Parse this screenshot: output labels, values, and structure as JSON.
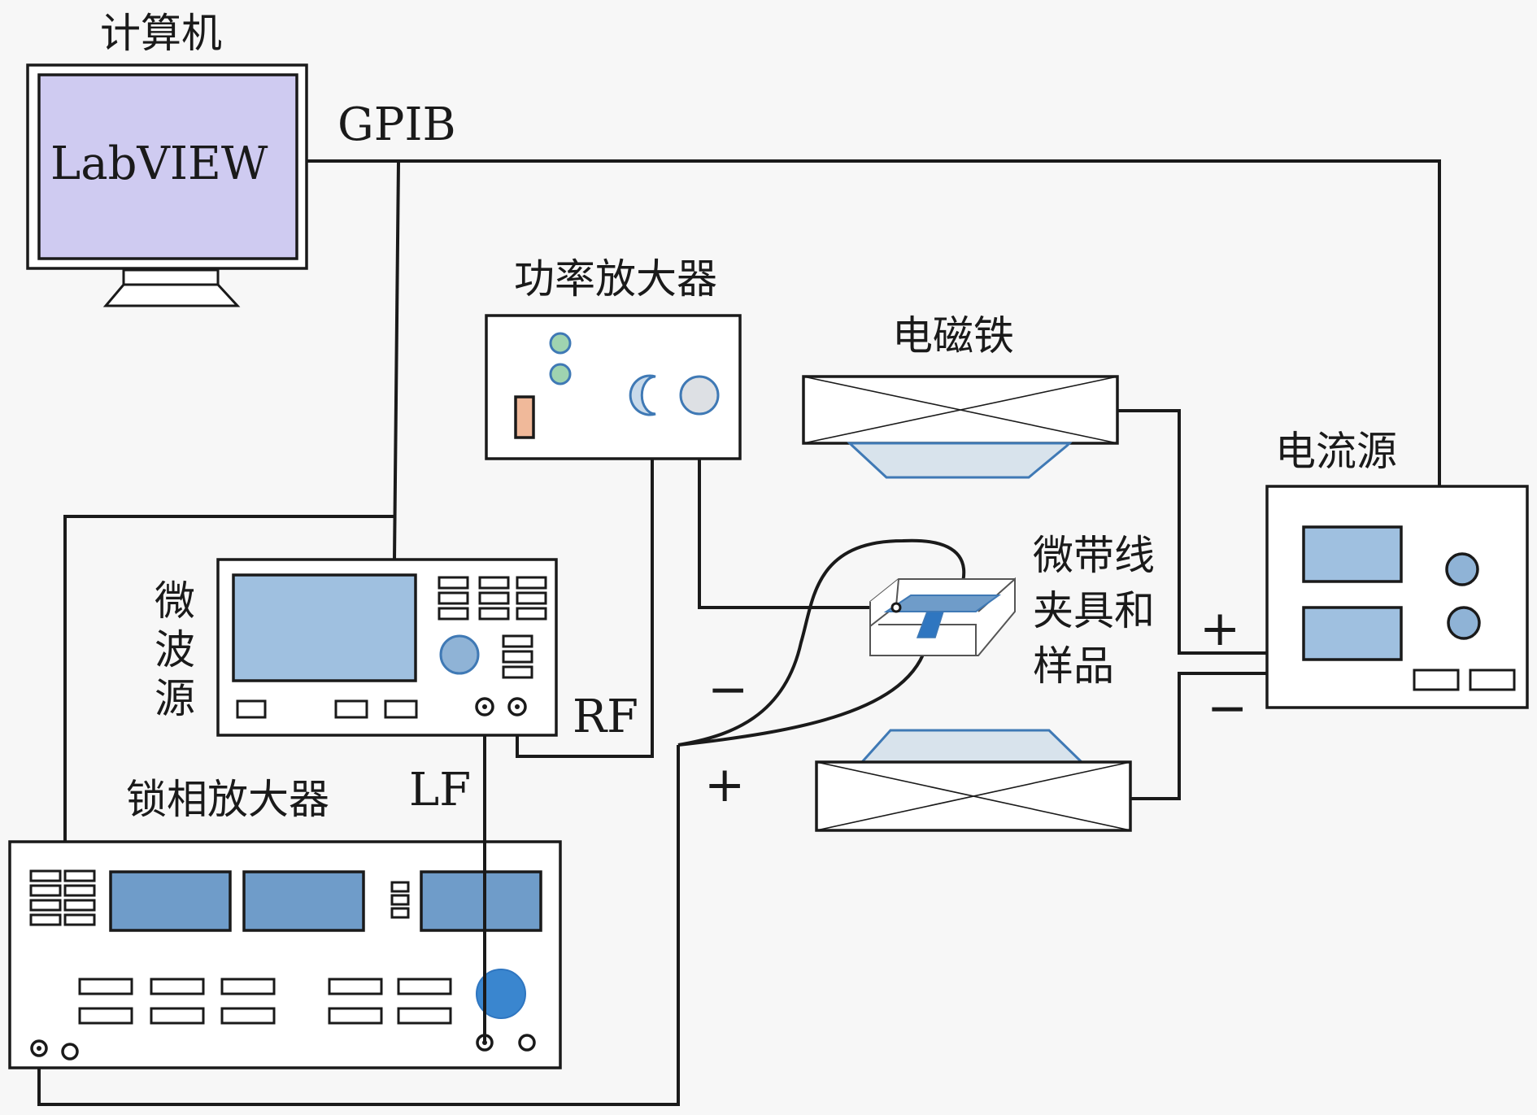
{
  "labels": {
    "computer": "计算机",
    "labview": "LabVIEW",
    "gpib": "GPIB",
    "power_amplifier": "功率放大器",
    "electromagnet": "电磁铁",
    "current_source": "电流源",
    "microwave_source": [
      "微",
      "波",
      "源"
    ],
    "rf": "RF",
    "lockin_amplifier": "锁相放大器",
    "lf": "LF",
    "microstrip_fixture": [
      "微带线",
      "夹具和",
      "样品"
    ],
    "plus": "+",
    "minus": "−"
  },
  "colors": {
    "monitor_screen": "#cfcbf1",
    "instrument_screen": "#6f9cc9",
    "instrument_screen_light": "#9fc0e0",
    "knob": "#8fb3d6",
    "knob_dark": "#3a86cf",
    "led": "#9fd3b0",
    "orange_indicator": "#f0b99a",
    "pole_piece": "#d8e3ec",
    "pole_outline": "#3f79b5",
    "strip": "#6f9cc9",
    "ground_plane": "#2f76c0",
    "wire": "#1a1a1a"
  },
  "icons": [
    "monitor-icon",
    "led-icon",
    "knob-icon",
    "bnc-connector-icon",
    "button-icon"
  ]
}
